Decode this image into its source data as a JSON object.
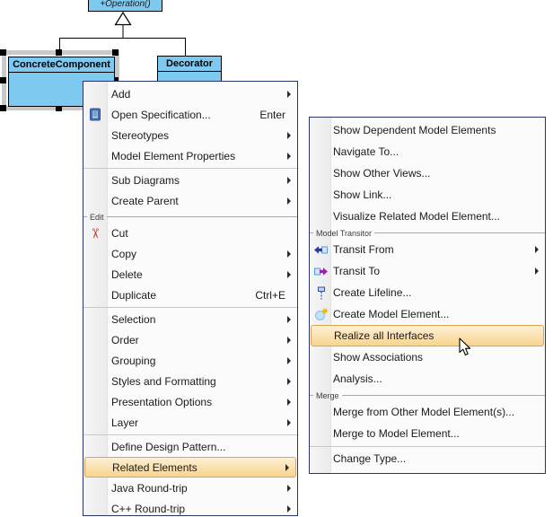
{
  "diagram": {
    "operation_box": {
      "label": "+Operation()"
    },
    "classes": [
      {
        "name": "ConcreteComponent",
        "selected": true
      },
      {
        "name": "Decorator",
        "selected": false
      }
    ]
  },
  "context_menu": {
    "items": [
      {
        "type": "item",
        "label": "Add",
        "arrow": true
      },
      {
        "type": "item",
        "label": "Open Specification...",
        "shortcut": "Enter",
        "icon": "open-specification-icon"
      },
      {
        "type": "item",
        "label": "Stereotypes",
        "arrow": true
      },
      {
        "type": "item",
        "label": "Model Element Properties",
        "arrow": true
      },
      {
        "type": "separator"
      },
      {
        "type": "item",
        "label": "Sub Diagrams",
        "arrow": true
      },
      {
        "type": "item",
        "label": "Create Parent",
        "arrow": true
      },
      {
        "type": "group",
        "label": "Edit"
      },
      {
        "type": "item",
        "label": "Cut",
        "icon": "cut-icon"
      },
      {
        "type": "item",
        "label": "Copy",
        "arrow": true
      },
      {
        "type": "item",
        "label": "Delete",
        "arrow": true
      },
      {
        "type": "item",
        "label": "Duplicate",
        "shortcut": "Ctrl+E"
      },
      {
        "type": "separator"
      },
      {
        "type": "item",
        "label": "Selection",
        "arrow": true
      },
      {
        "type": "item",
        "label": "Order",
        "arrow": true
      },
      {
        "type": "item",
        "label": "Grouping",
        "arrow": true
      },
      {
        "type": "item",
        "label": "Styles and Formatting",
        "arrow": true
      },
      {
        "type": "item",
        "label": "Presentation Options",
        "arrow": true
      },
      {
        "type": "item",
        "label": "Layer",
        "arrow": true
      },
      {
        "type": "separator"
      },
      {
        "type": "item",
        "label": "Define Design Pattern..."
      },
      {
        "type": "item",
        "label": "Related Elements",
        "arrow": true,
        "highlighted": true
      },
      {
        "type": "item",
        "label": "Java Round-trip",
        "arrow": true
      },
      {
        "type": "item",
        "label": "C++ Round-trip",
        "arrow": true
      }
    ]
  },
  "submenu": {
    "items": [
      {
        "type": "item",
        "label": "Show Dependent Model Elements"
      },
      {
        "type": "item",
        "label": "Navigate To..."
      },
      {
        "type": "item",
        "label": "Show Other Views..."
      },
      {
        "type": "item",
        "label": "Show Link..."
      },
      {
        "type": "item",
        "label": "Visualize Related Model Element..."
      },
      {
        "type": "group",
        "label": "Model Transitor"
      },
      {
        "type": "item",
        "label": "Transit From",
        "arrow": true,
        "icon": "transit-from-icon"
      },
      {
        "type": "item",
        "label": "Transit To",
        "arrow": true,
        "icon": "transit-to-icon"
      },
      {
        "type": "item",
        "label": "Create Lifeline...",
        "icon": "create-lifeline-icon"
      },
      {
        "type": "item",
        "label": "Create Model Element...",
        "icon": "create-model-element-icon"
      },
      {
        "type": "item",
        "label": "Realize all Interfaces",
        "highlighted": true
      },
      {
        "type": "item",
        "label": "Show Associations"
      },
      {
        "type": "item",
        "label": "Analysis..."
      },
      {
        "type": "group",
        "label": "Merge"
      },
      {
        "type": "item",
        "label": "Merge from Other Model Element(s)..."
      },
      {
        "type": "item",
        "label": "Merge to Model Element..."
      },
      {
        "type": "separator"
      },
      {
        "type": "item",
        "label": "Change Type..."
      }
    ]
  },
  "colors": {
    "class_fill": "#7EC9F0",
    "menu_border": "#26356B",
    "highlight_border": "#DFA352",
    "highlight_top": "#FDF0D5",
    "highlight_bottom": "#F8D48E"
  }
}
